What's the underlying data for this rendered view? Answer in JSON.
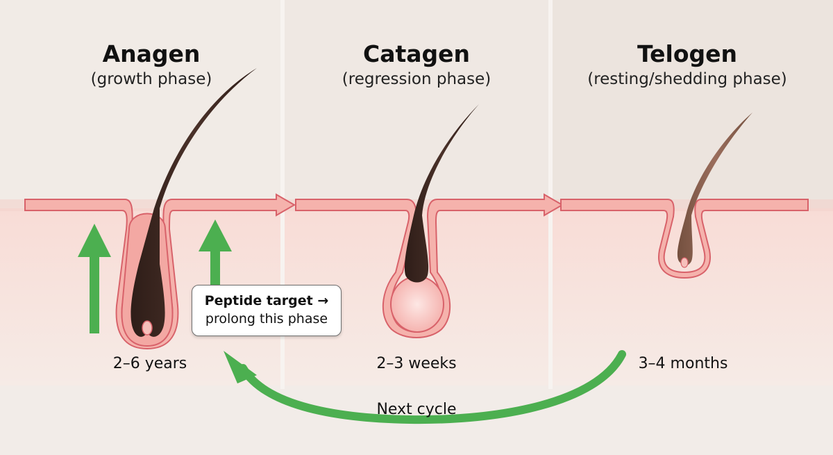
{
  "phases": [
    {
      "title": "Anagen",
      "subtitle": "(growth phase)",
      "duration": "2–6 years"
    },
    {
      "title": "Catagen",
      "subtitle": "(regression phase)",
      "duration": "2–3 weeks"
    },
    {
      "title": "Telogen",
      "subtitle": "(resting/shedding phase)",
      "duration": "3–4 months"
    }
  ],
  "callout": {
    "line1": "Peptide target →",
    "line2": "prolong this phase"
  },
  "cycle_label": "Next cycle",
  "colors": {
    "skin_surface": "#f5b2ac",
    "skin_outline": "#d8626a",
    "dermis_top": "#f8dcd6",
    "hair_dark": "#3b2620",
    "hair_light": "#8a5f52",
    "growth_arrow": "#4caf50",
    "bulb_glow": "#f9c7c4"
  },
  "icons": [
    "growth-arrow-icon",
    "flow-arrow-icon",
    "cycle-arrow-icon",
    "hair-follicle-icon"
  ]
}
